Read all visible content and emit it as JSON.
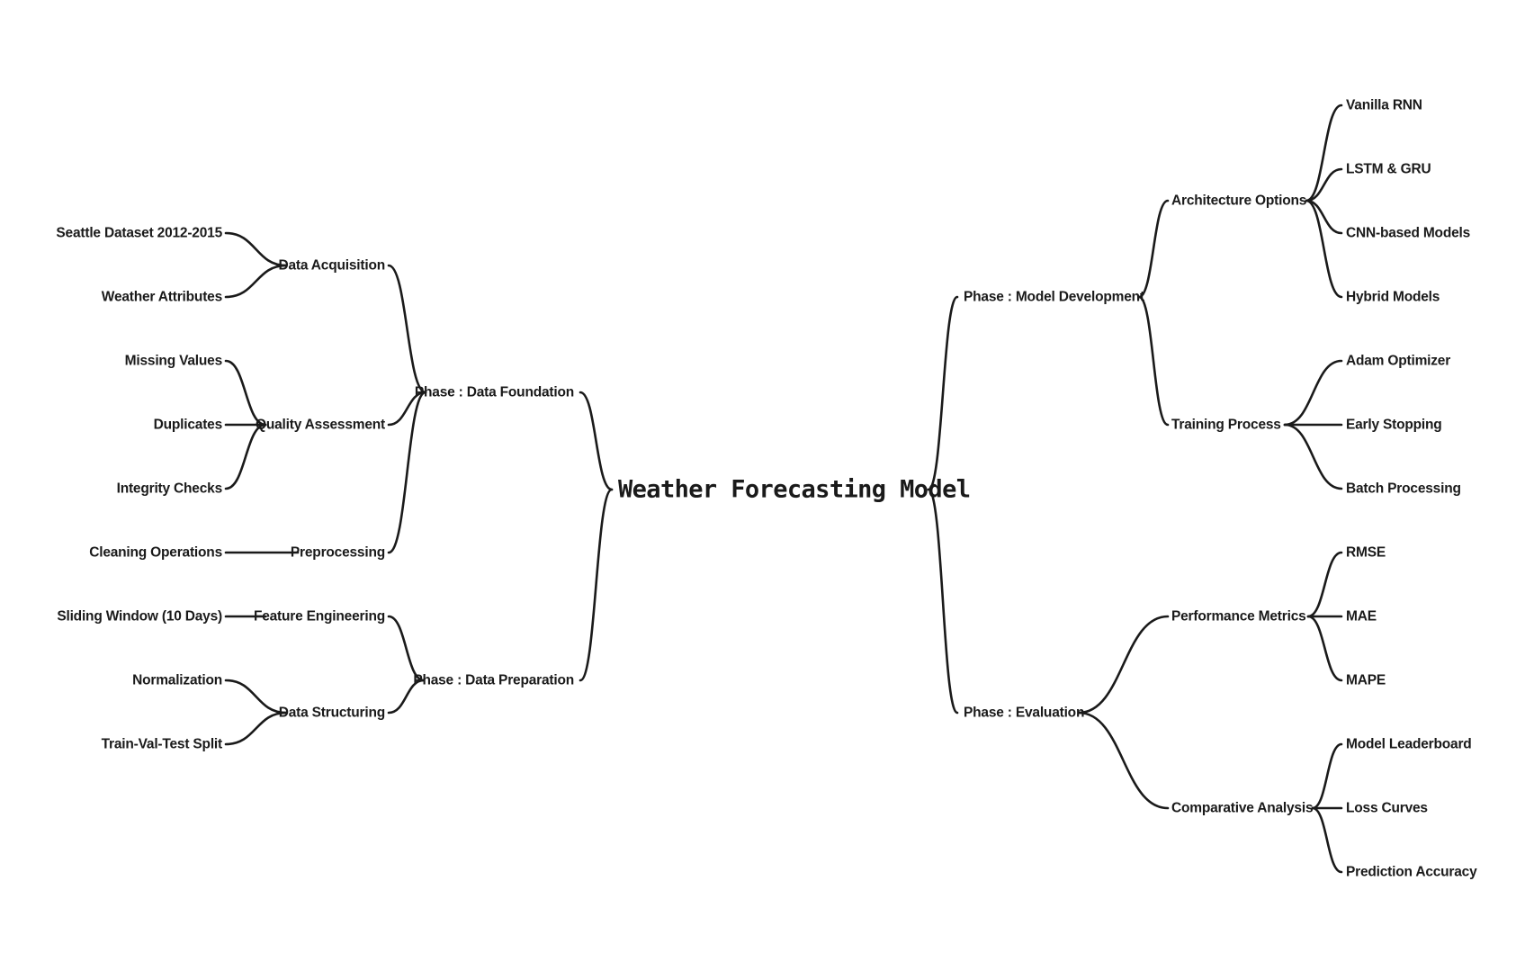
{
  "root": {
    "label": "Weather Forecasting Model"
  },
  "left": [
    {
      "label": "Phase : Data Foundation",
      "children": [
        {
          "label": "Data Acquisition",
          "children": [
            {
              "label": "Seattle Dataset 2012-2015"
            },
            {
              "label": "Weather Attributes"
            }
          ]
        },
        {
          "label": "Quality Assessment",
          "children": [
            {
              "label": "Missing Values"
            },
            {
              "label": "Duplicates"
            },
            {
              "label": "Integrity Checks"
            }
          ]
        },
        {
          "label": "Preprocessing",
          "children": [
            {
              "label": "Cleaning Operations"
            }
          ]
        }
      ]
    },
    {
      "label": "Phase : Data Preparation",
      "children": [
        {
          "label": "Feature Engineering",
          "children": [
            {
              "label": "Sliding Window (10 Days)"
            }
          ]
        },
        {
          "label": "Data Structuring",
          "children": [
            {
              "label": "Normalization"
            },
            {
              "label": "Train-Val-Test Split"
            }
          ]
        }
      ]
    }
  ],
  "right": [
    {
      "label": "Phase : Model Development",
      "children": [
        {
          "label": "Architecture Options",
          "children": [
            {
              "label": "Vanilla RNN"
            },
            {
              "label": "LSTM & GRU"
            },
            {
              "label": "CNN-based Models"
            },
            {
              "label": "Hybrid Models"
            }
          ]
        },
        {
          "label": "Training Process",
          "children": [
            {
              "label": "Adam Optimizer"
            },
            {
              "label": "Early Stopping"
            },
            {
              "label": "Batch Processing"
            }
          ]
        }
      ]
    },
    {
      "label": "Phase : Evaluation",
      "children": [
        {
          "label": "Performance Metrics",
          "children": [
            {
              "label": "RMSE"
            },
            {
              "label": "MAE"
            },
            {
              "label": "MAPE"
            }
          ]
        },
        {
          "label": "Comparative Analysis",
          "children": [
            {
              "label": "Model Leaderboard"
            },
            {
              "label": "Loss Curves"
            },
            {
              "label": "Prediction Accuracy"
            }
          ]
        }
      ]
    }
  ],
  "colors": {
    "line": "#1a1a1a",
    "text": "#1a1a1a",
    "background": "#ffffff"
  }
}
